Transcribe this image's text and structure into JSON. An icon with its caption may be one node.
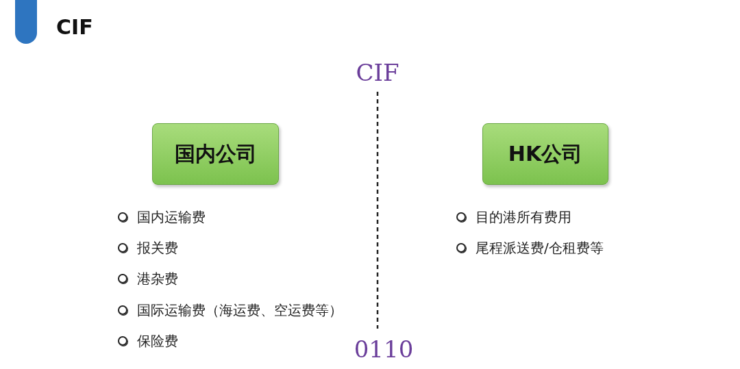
{
  "diagram": {
    "title": "CIF",
    "nodes": [
      {
        "text": [
          "国内公司"
        ]
      },
      {
        "text": [
          "HK公司"
        ]
      }
    ],
    "labels": [
      "CIF",
      "国内运输费",
      "报关费",
      "港杂费",
      "国际运输费（海运费、空运费等）",
      "保险费",
      "目的港所有费用",
      "尾程派送费/仓租费等",
      "0110"
    ]
  }
}
